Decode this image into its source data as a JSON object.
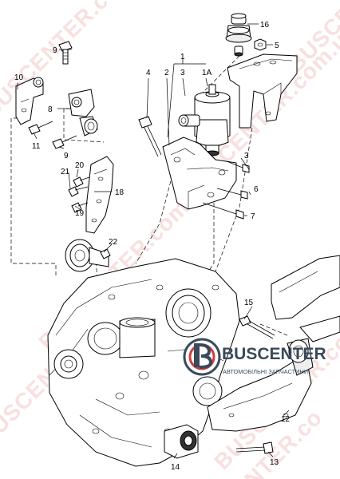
{
  "colors": {
    "watermark": "#d23c3c",
    "brand_text": "#3a4a5a",
    "brand_accent": "#d23c3c",
    "lines": "#000000"
  },
  "watermark": {
    "left_1": "BUSCENTER.com.ua",
    "left_2": "BUSCENTER.com.ua",
    "center": "BUSCENTER.com.ua",
    "right_1": "BUSCENTER.com.ua",
    "right_2": "BUSCENTER.com.ua",
    "top_right": "BUSCEN",
    "bottom_right": "NTER.co"
  },
  "brand": {
    "name": "BUSCENTER",
    "tagline": "АВТОМОБІЛЬНІ ЗАПЧАСТИНИ",
    "logo_icon": "b-badge-icon"
  },
  "callouts": {
    "c1": "1",
    "c1a": "1A",
    "c2": "2",
    "c3_top": "3",
    "c3_right": "3",
    "c4": "4",
    "c5": "5",
    "c6": "6",
    "c7": "7",
    "c8": "8",
    "c9_top": "9",
    "c9_bottom": "9",
    "c10": "10",
    "c11": "11",
    "c12": "12",
    "c13": "13",
    "c14": "14",
    "c15": "15",
    "c16": "16",
    "c18": "18",
    "c19": "19",
    "c20": "20",
    "c21": "21",
    "c22": "22"
  }
}
